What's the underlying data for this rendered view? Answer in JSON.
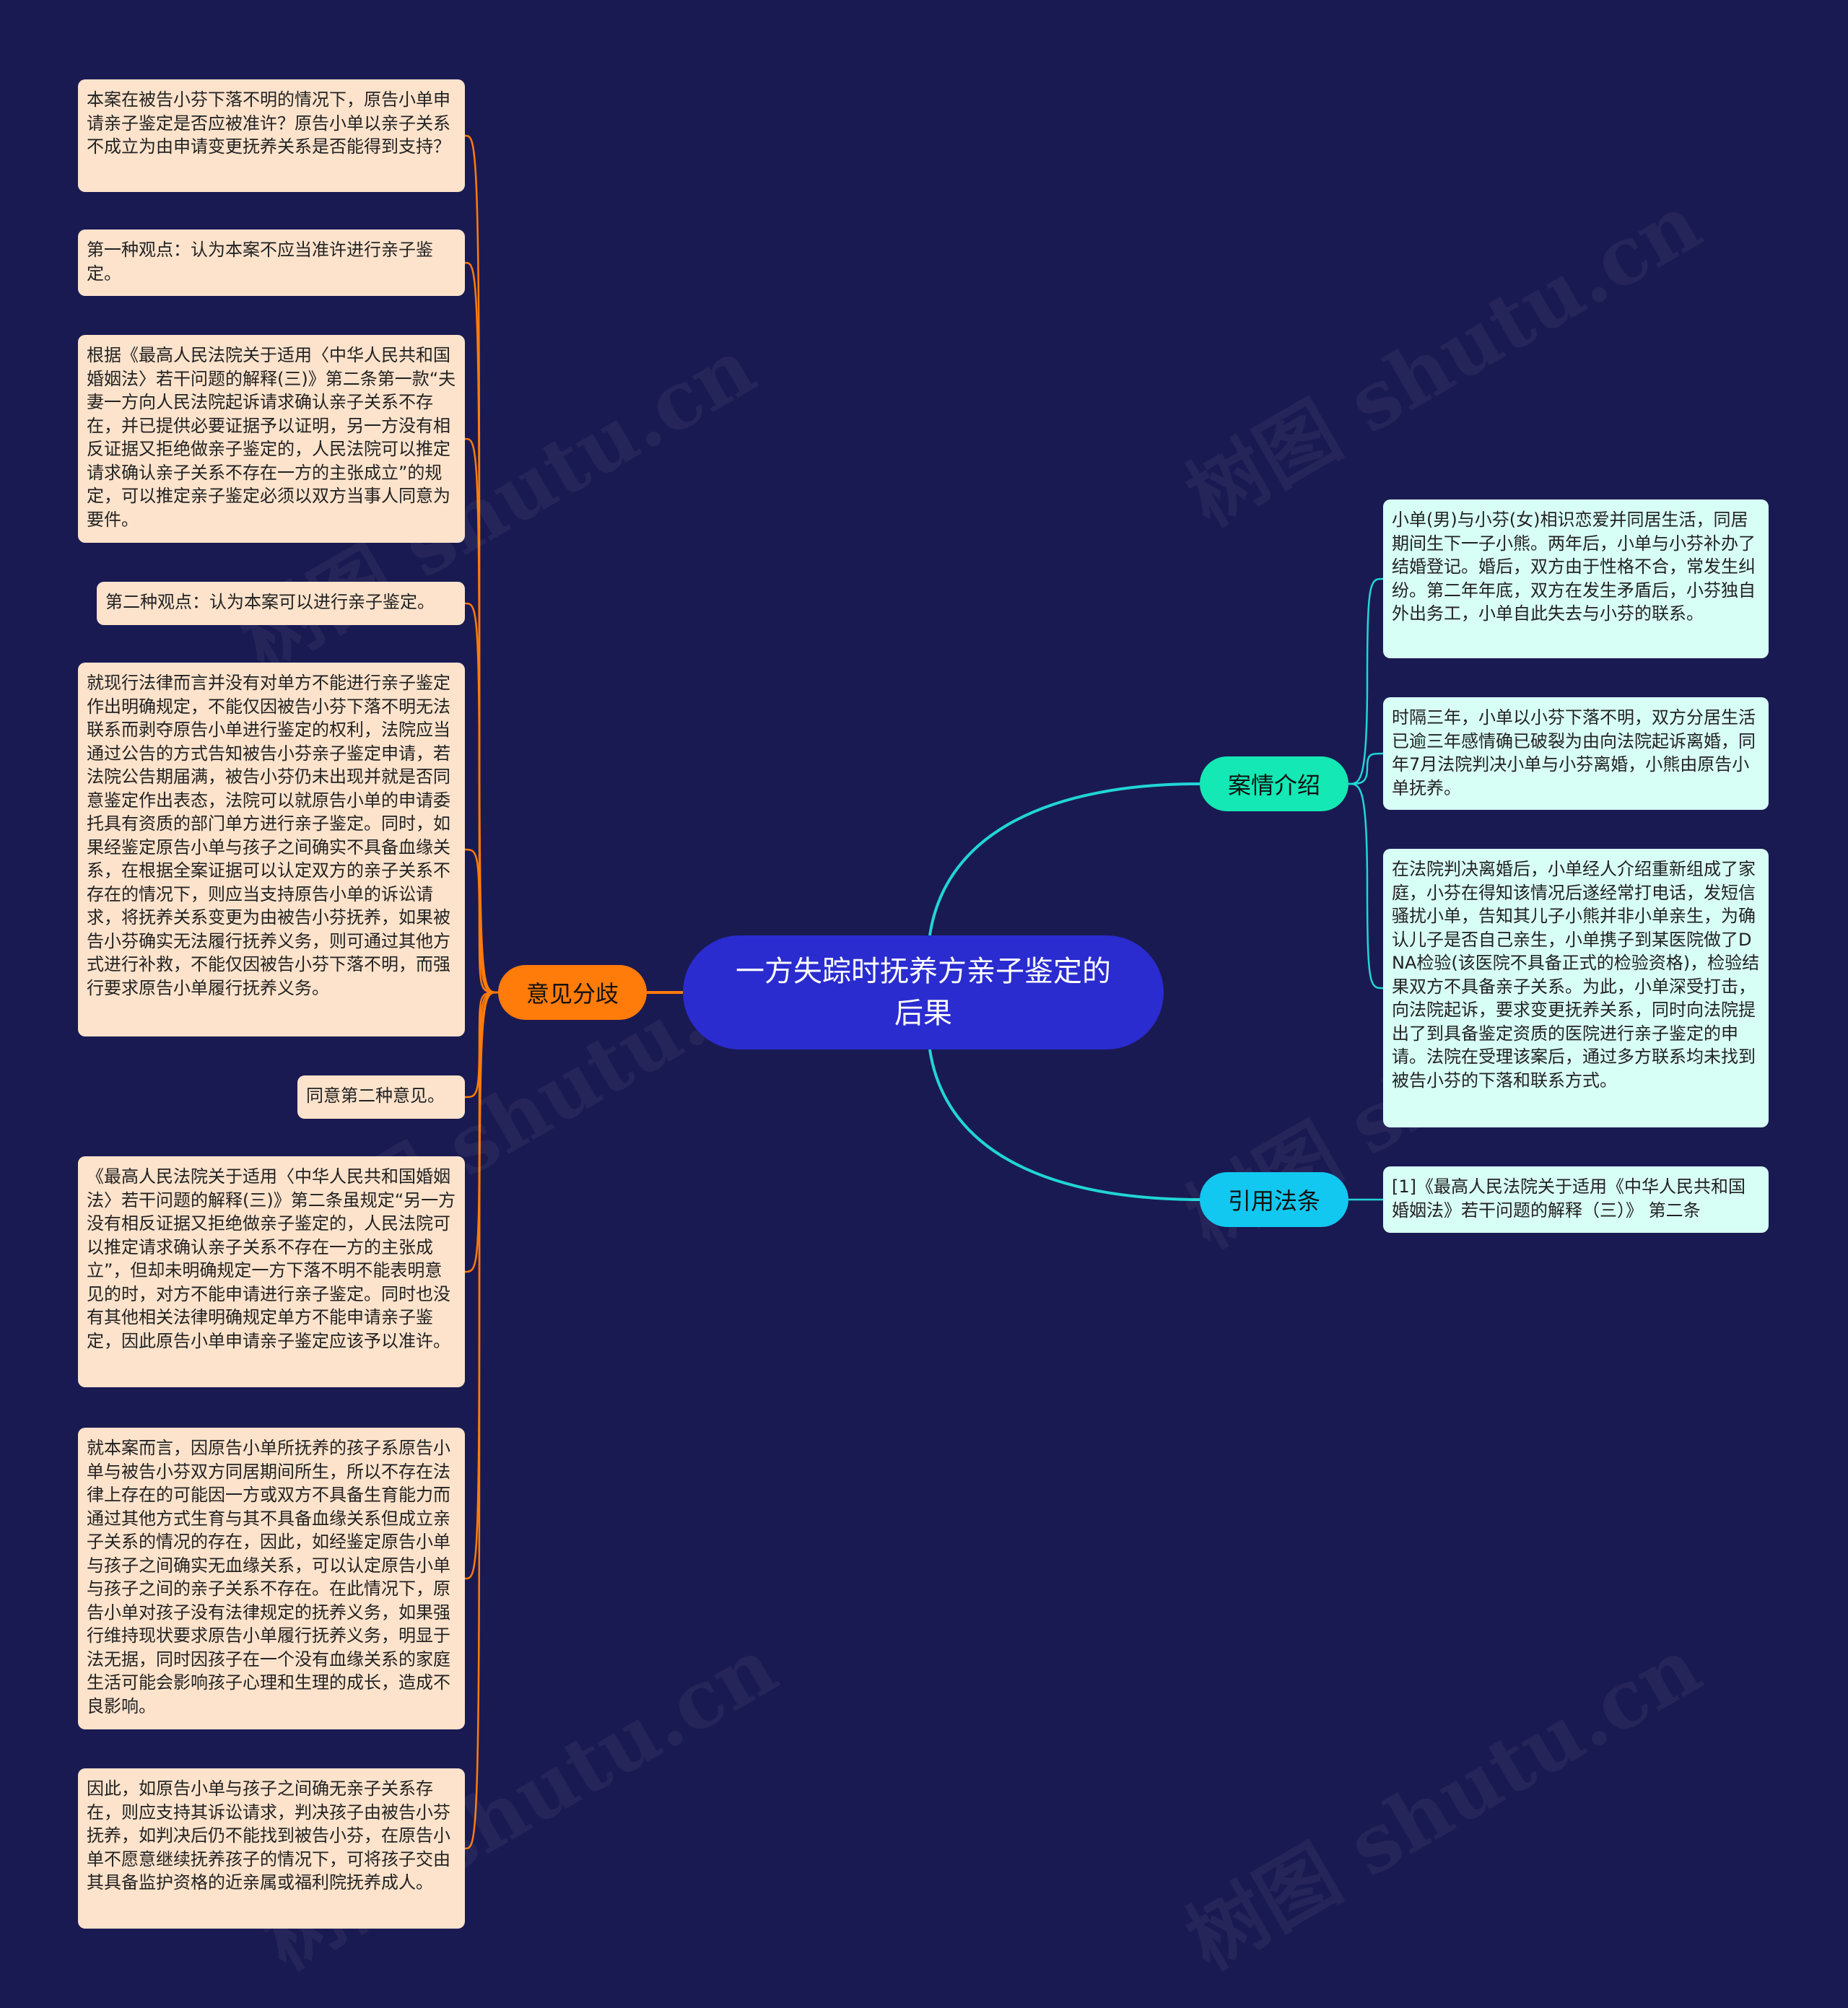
{
  "central_topic": "一方失踪时抚养方亲子鉴定的后果",
  "colors": {
    "background": "#1a1a52",
    "root": "#2a2ccf",
    "left_branch": "#ff7b0a",
    "left_leaf": "#fde3cc",
    "case_branch": "#14e8b4",
    "law_branch": "#12c8f0",
    "right_leaf": "#d8fff6",
    "left_line": "#ff7b0a",
    "right_line": "#20d6d6"
  },
  "branches": {
    "opinions": {
      "label": "意见分歧",
      "items": [
        "本案在被告小芬下落不明的情况下，原告小单申请亲子鉴定是否应被准许？原告小单以亲子关系不成立为由申请变更抚养关系是否能得到支持？",
        "第一种观点：认为本案不应当准许进行亲子鉴定。",
        "根据《最高人民法院关于适用〈中华人民共和国婚姻法〉若干问题的解释(三)》第二条第一款“夫妻一方向人民法院起诉请求确认亲子关系不存在，并已提供必要证据予以证明，另一方没有相反证据又拒绝做亲子鉴定的，人民法院可以推定请求确认亲子关系不存在一方的主张成立”的规定，可以推定亲子鉴定必须以双方当事人同意为要件。",
        "第二种观点：认为本案可以进行亲子鉴定。",
        "就现行法律而言并没有对单方不能进行亲子鉴定作出明确规定，不能仅因被告小芬下落不明无法联系而剥夺原告小单进行鉴定的权利，法院应当通过公告的方式告知被告小芬亲子鉴定申请，若法院公告期届满，被告小芬仍未出现并就是否同意鉴定作出表态，法院可以就原告小单的申请委托具有资质的部门单方进行亲子鉴定。同时，如果经鉴定原告小单与孩子之间确实不具备血缘关系，在根据全案证据可以认定双方的亲子关系不存在的情况下，则应当支持原告小单的诉讼请求，将抚养关系变更为由被告小芬抚养，如果被告小芬确实无法履行抚养义务，则可通过其他方式进行补救，不能仅因被告小芬下落不明，而强行要求原告小单履行抚养义务。",
        "同意第二种意见。",
        "《最高人民法院关于适用〈中华人民共和国婚姻法〉若干问题的解释(三)》第二条虽规定“另一方没有相反证据又拒绝做亲子鉴定的，人民法院可以推定请求确认亲子关系不存在一方的主张成立”，但却未明确规定一方下落不明不能表明意见的时，对方不能申请进行亲子鉴定。同时也没有其他相关法律明确规定单方不能申请亲子鉴定，因此原告小单申请亲子鉴定应该予以准许。",
        "就本案而言，因原告小单所抚养的孩子系原告小单与被告小芬双方同居期间所生，所以不存在法律上存在的可能因一方或双方不具备生育能力而通过其他方式生育与其不具备血缘关系但成立亲子关系的情况的存在，因此，如经鉴定原告小单与孩子之间确实无血缘关系，可以认定原告小单与孩子之间的亲子关系不存在。在此情况下，原告小单对孩子没有法律规定的抚养义务，如果强行维持现状要求原告小单履行抚养义务，明显于法无据，同时因孩子在一个没有血缘关系的家庭生活可能会影响孩子心理和生理的成长，造成不良影响。",
        "因此，如原告小单与孩子之间确无亲子关系存在，则应支持其诉讼请求，判决孩子由被告小芬抚养，如判决后仍不能找到被告小芬，在原告小单不愿意继续抚养孩子的情况下，可将孩子交由其具备监护资格的近亲属或福利院抚养成人。"
      ]
    },
    "case": {
      "label": "案情介绍",
      "items": [
        "小单(男)与小芬(女)相识恋爱并同居生活，同居期间生下一子小熊。两年后，小单与小芬补办了结婚登记。婚后，双方由于性格不合，常发生纠纷。第二年年底，双方在发生矛盾后，小芬独自外出务工，小单自此失去与小芬的联系。",
        "时隔三年，小单以小芬下落不明，双方分居生活已逾三年感情确已破裂为由向法院起诉离婚，同年7月法院判决小单与小芬离婚，小熊由原告小单抚养。",
        "在法院判决离婚后，小单经人介绍重新组成了家庭，小芬在得知该情况后遂经常打电话，发短信骚扰小单，告知其儿子小熊并非小单亲生，为确认儿子是否自己亲生，小单携子到某医院做了DNA检验(该医院不具备正式的检验资格)，检验结果双方不具备亲子关系。为此，小单深受打击，向法院起诉，要求变更抚养关系，同时向法院提出了到具备鉴定资质的医院进行亲子鉴定的申请。法院在受理该案后，通过多方联系均未找到被告小芬的下落和联系方式。"
      ]
    },
    "law": {
      "label": "引用法条",
      "items": [
        "[1]《最高人民法院关于适用《中华人民共和国婚姻法》若干问题的解释（三）》 第二条"
      ]
    }
  }
}
